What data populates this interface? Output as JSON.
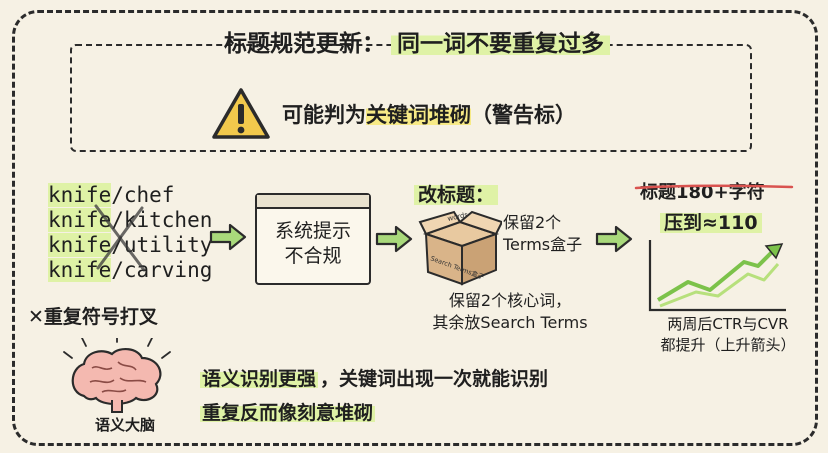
{
  "header": {
    "title_prefix": "标题规范更新：",
    "title_highlight": "同一词不要重复过多",
    "warning_prefix": "可能判为",
    "warning_highlight": "关键词堆砌",
    "warning_suffix": "（警告标）",
    "warning_icon": "warning-triangle-icon"
  },
  "keywords": {
    "items": [
      {
        "key": "knife",
        "rest": "/chef"
      },
      {
        "key": "knife",
        "rest": "/kitchen"
      },
      {
        "key": "knife",
        "rest": "/utility"
      },
      {
        "key": "knife",
        "rest": "/carving"
      }
    ],
    "cross_note": "✕重复符号打叉"
  },
  "system": {
    "line1": "系统提示",
    "line2": "不合规"
  },
  "retitle": {
    "label": "改标题：",
    "box_note_line1": "保留2个",
    "box_note_line2": "Terms盒子",
    "box_scribble1": "words",
    "box_scribble2": "Search Terms盒子",
    "core_note_line1": "保留2个核心词，",
    "core_note_line2": "其余放Search Terms"
  },
  "result": {
    "old_title": "标题180+字符",
    "new_title": "压到≈110",
    "note_line1": "两周后CTR与CVR",
    "note_line2": "都提升（上升箭头）"
  },
  "brain": {
    "label": "语义大脑",
    "note_line1_highlight": "语义识别更强",
    "note_line1_rest": "，关键词出现一次就能识别",
    "note_line2_highlight": "重复反而像刻意堆砌"
  },
  "colors": {
    "green_highlight": "#dff2a6",
    "yellow_highlight": "#f7ea86",
    "warning_yellow": "#f2c94c",
    "arrow_green": "#a9d97b",
    "strike_red": "#d9534f"
  }
}
